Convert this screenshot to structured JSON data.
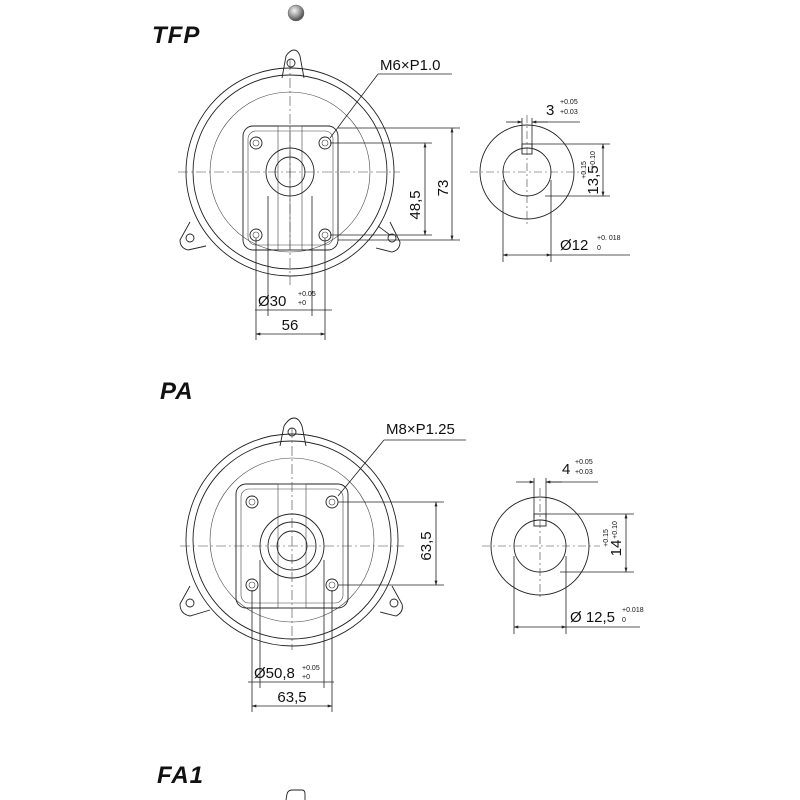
{
  "sections": {
    "tfp": {
      "title": "TFP",
      "thread": "M6×P1.0",
      "dim_h_inner": "48,5",
      "dim_h_outer": "73",
      "dim_bore": "Ø30",
      "dim_bore_tol_upper": "+0.05",
      "dim_bore_tol_lower": "+0",
      "dim_width": "56",
      "key_width": "3",
      "key_tol_upper": "+0.05",
      "key_tol_lower": "+0.03",
      "key_depth": "13,5",
      "key_depth_tol_upper": "+0.15",
      "key_depth_tol_lower": "+0.10",
      "shaft_dia": "Ø12",
      "shaft_tol_upper": "+0. 018",
      "shaft_tol_lower": "0"
    },
    "pa": {
      "title": "PA",
      "thread": "M8×P1.25",
      "dim_h": "63,5",
      "dim_bore": "Ø50,8",
      "dim_bore_tol_upper": "+0.05",
      "dim_bore_tol_lower": "+0",
      "dim_width": "63,5",
      "key_width": "4",
      "key_tol_upper": "+0.05",
      "key_tol_lower": "+0.03",
      "key_depth": "14",
      "key_depth_tol_upper": "+0.15",
      "key_depth_tol_lower": "+0.10",
      "shaft_dia": "Ø 12,5",
      "shaft_tol_upper": "+0.018",
      "shaft_tol_lower": "0"
    },
    "fa1": {
      "title": "FA1"
    }
  }
}
